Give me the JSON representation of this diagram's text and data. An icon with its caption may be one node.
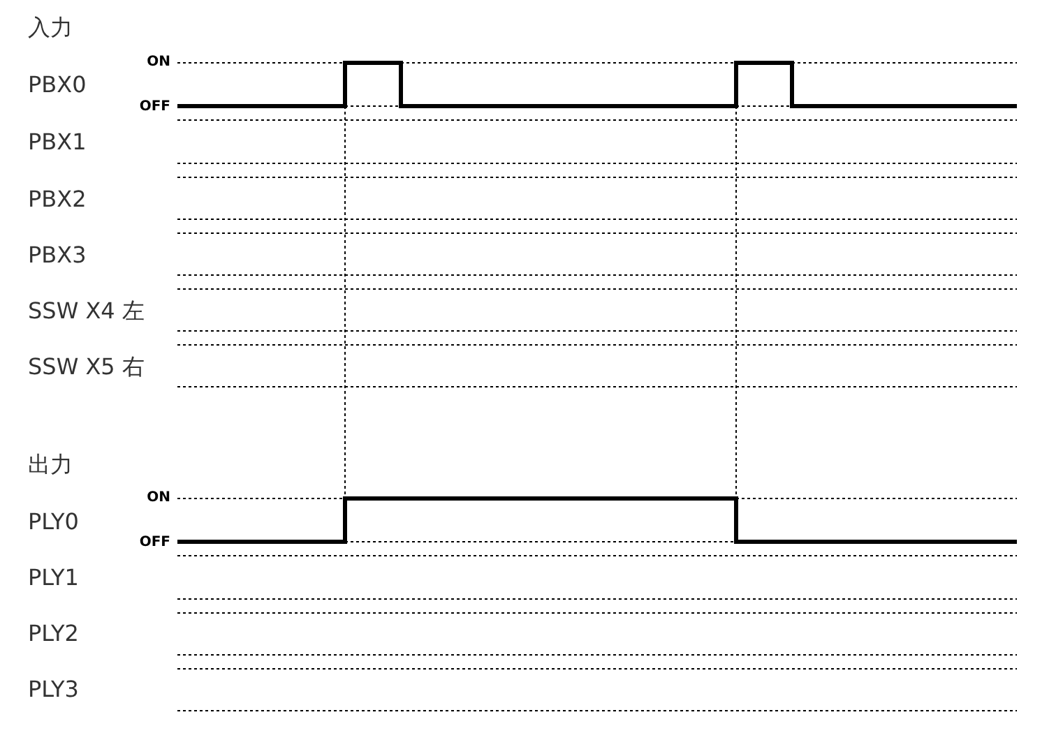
{
  "diagram": {
    "labels": [
      "入力",
      "ON",
      "PBX0",
      "OFF",
      "PBX1",
      "PBX2",
      "PBX3",
      "SSW X4 左",
      "SSW X5 右",
      "出力",
      "ON",
      "PLY0",
      "OFF",
      "PLY1",
      "PLY2",
      "PLY3"
    ]
  }
}
